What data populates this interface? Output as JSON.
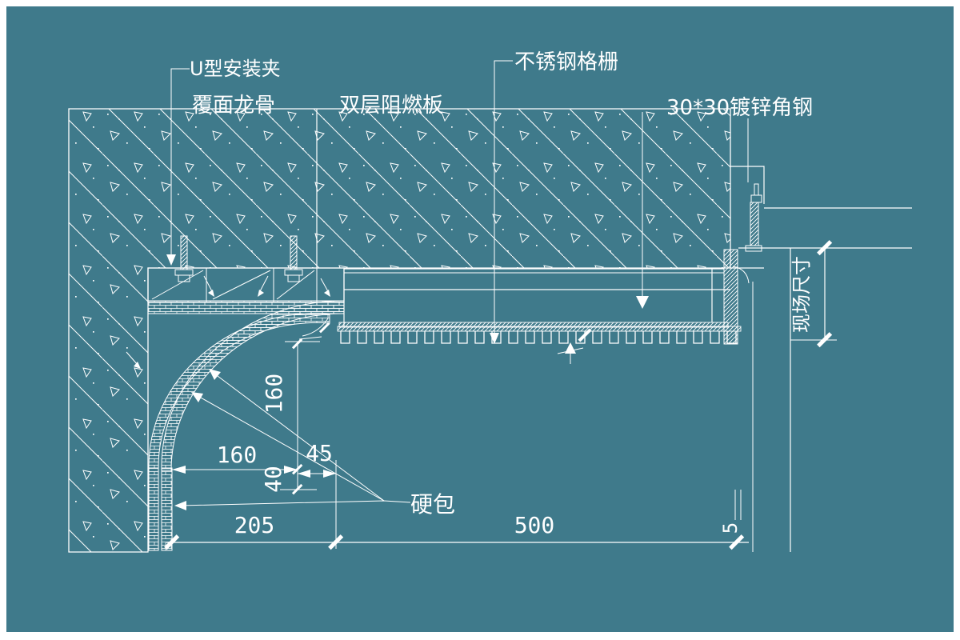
{
  "canvas": {
    "background_color": "#3F7A8B",
    "line_color": "#FFFFFF",
    "frame_color": "#FFFFFF"
  },
  "callouts": {
    "u_clip": "U型安装夹",
    "furring_channel": "覆面龙骨",
    "double_fire_board": "双层阻燃板",
    "stainless_grille": "不锈钢格栅",
    "galvanized_angle": "30*30镀锌角钢",
    "hard_panel": "硬包",
    "site_dimension": "现场尺寸"
  },
  "dimensions": {
    "arc_radius_vertical": "160",
    "arc_radius_horizontal": "160",
    "panel_offset_vertical": "40",
    "panel_offset_horizontal": "45",
    "left_span": "205",
    "main_span": "500",
    "edge_gap": "5"
  }
}
